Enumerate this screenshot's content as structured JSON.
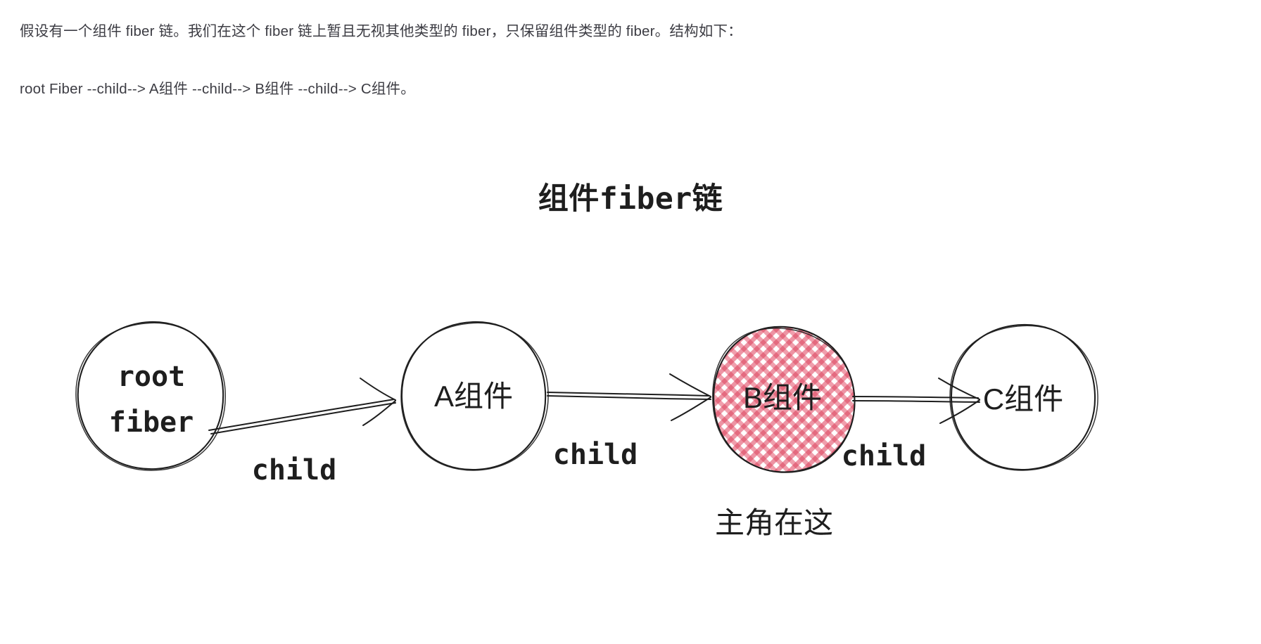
{
  "document": {
    "paragraphs": [
      "假设有一个组件 fiber 链。我们在这个 fiber 链上暂且无视其他类型的 fiber，只保留组件类型的 fiber。结构如下：",
      "root Fiber --child--> A组件 --child--> B组件 --child--> C组件。"
    ]
  },
  "diagram": {
    "title": "组件fiber链",
    "caption": "主角在这",
    "nodes": [
      {
        "id": "root",
        "line1": "root",
        "line2": "fiber",
        "label": "root fiber",
        "highlight": false
      },
      {
        "id": "a",
        "label": "A组件",
        "highlight": false
      },
      {
        "id": "b",
        "label": "B组件",
        "highlight": true
      },
      {
        "id": "c",
        "label": "C组件",
        "highlight": false
      }
    ],
    "edges": [
      {
        "from": "root",
        "to": "a",
        "label": "child"
      },
      {
        "from": "a",
        "to": "b",
        "label": "child"
      },
      {
        "from": "b",
        "to": "c",
        "label": "child"
      }
    ],
    "colors": {
      "stroke": "#1e1e1e",
      "background": "#ffffff",
      "highlight_fill": "#e8768a",
      "highlight_fill_light": "#f2a7b4",
      "text": "#1e1e1e",
      "prose_text": "#3c3c43"
    }
  }
}
